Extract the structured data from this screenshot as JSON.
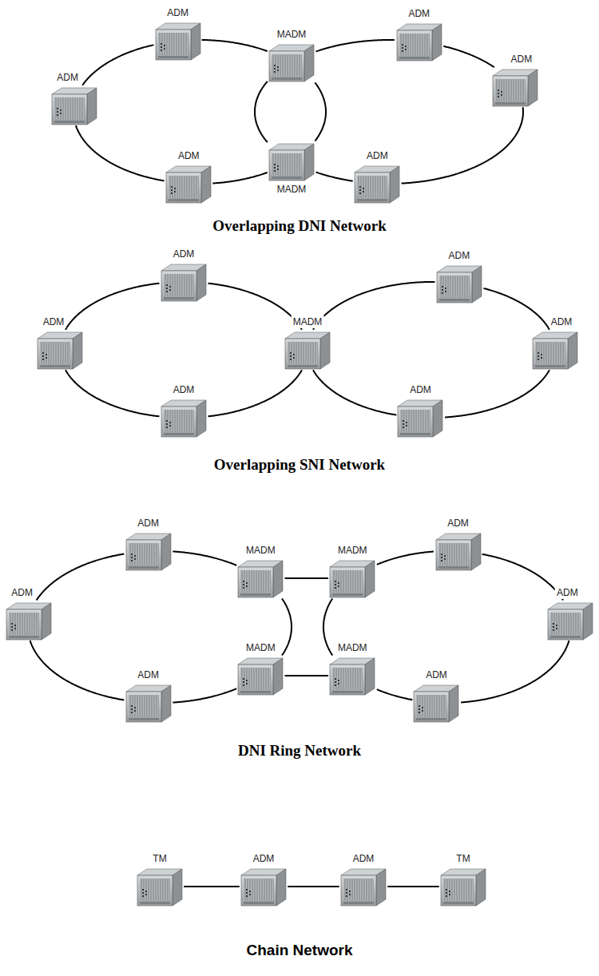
{
  "diagram": {
    "nodes": [
      {
        "text": [
          "ADM"
        ]
      },
      {
        "text": [
          "MADM"
        ]
      },
      {
        "text": [
          "ADM"
        ]
      },
      {
        "text": [
          "ADM"
        ]
      },
      {
        "text": [
          "ADM"
        ]
      },
      {
        "text": [
          "ADM"
        ]
      },
      {
        "text": [
          "MADM"
        ]
      },
      {
        "text": [
          "ADM"
        ]
      },
      {
        "text": [
          "ADM"
        ]
      },
      {
        "text": [
          "ADM"
        ]
      },
      {
        "text": [
          "ADM"
        ]
      },
      {
        "text": [
          "MADM"
        ]
      },
      {
        "text": [
          "ADM"
        ]
      },
      {
        "text": [
          "ADM"
        ]
      },
      {
        "text": [
          "ADM"
        ]
      },
      {
        "text": [
          "ADM"
        ]
      },
      {
        "text": [
          "MADM"
        ]
      },
      {
        "text": [
          "MADM"
        ]
      },
      {
        "text": [
          "ADM"
        ]
      },
      {
        "text": [
          "ADM"
        ]
      },
      {
        "text": [
          "ADM"
        ]
      },
      {
        "text": [
          "ADM"
        ]
      },
      {
        "text": [
          "MADM"
        ]
      },
      {
        "text": [
          "MADM"
        ]
      },
      {
        "text": [
          "ADM"
        ]
      },
      {
        "text": [
          "TM"
        ]
      },
      {
        "text": [
          "ADM"
        ]
      },
      {
        "text": [
          "ADM"
        ]
      },
      {
        "text": [
          "TM"
        ]
      }
    ],
    "edges": [
      {
        "from": 0,
        "to": 1,
        "arrow": "none"
      },
      {
        "from": 1,
        "to": 6,
        "arrow": "none"
      },
      {
        "from": 6,
        "to": 5,
        "arrow": "none"
      },
      {
        "from": 5,
        "to": 3,
        "arrow": "none"
      },
      {
        "from": 3,
        "to": 0,
        "arrow": "none"
      },
      {
        "from": 1,
        "to": 2,
        "arrow": "none"
      },
      {
        "from": 2,
        "to": 4,
        "arrow": "none"
      },
      {
        "from": 4,
        "to": 7,
        "arrow": "none"
      },
      {
        "from": 7,
        "to": 6,
        "arrow": "none"
      },
      {
        "from": 6,
        "to": 1,
        "arrow": "none"
      },
      {
        "from": 8,
        "to": 11,
        "arrow": "none"
      },
      {
        "from": 11,
        "to": 13,
        "arrow": "none"
      },
      {
        "from": 13,
        "to": 10,
        "arrow": "none"
      },
      {
        "from": 10,
        "to": 8,
        "arrow": "none"
      },
      {
        "from": 11,
        "to": 9,
        "arrow": "none"
      },
      {
        "from": 9,
        "to": 12,
        "arrow": "none"
      },
      {
        "from": 12,
        "to": 14,
        "arrow": "none"
      },
      {
        "from": 14,
        "to": 11,
        "arrow": "none"
      },
      {
        "from": 15,
        "to": 16,
        "arrow": "none"
      },
      {
        "from": 16,
        "to": 22,
        "arrow": "none"
      },
      {
        "from": 22,
        "to": 21,
        "arrow": "none"
      },
      {
        "from": 21,
        "to": 19,
        "arrow": "none"
      },
      {
        "from": 19,
        "to": 15,
        "arrow": "none"
      },
      {
        "from": 17,
        "to": 18,
        "arrow": "none"
      },
      {
        "from": 18,
        "to": 20,
        "arrow": "none"
      },
      {
        "from": 20,
        "to": 24,
        "arrow": "none"
      },
      {
        "from": 24,
        "to": 23,
        "arrow": "none"
      },
      {
        "from": 23,
        "to": 17,
        "arrow": "none"
      },
      {
        "from": 16,
        "to": 17,
        "arrow": "none"
      },
      {
        "from": 22,
        "to": 23,
        "arrow": "none"
      },
      {
        "from": 25,
        "to": 26,
        "arrow": "none"
      },
      {
        "from": 26,
        "to": 27,
        "arrow": "none"
      },
      {
        "from": 27,
        "to": 28,
        "arrow": "none"
      }
    ],
    "labels": [
      "Overlapping DNI Network",
      "Overlapping SNI Network",
      "DNI Ring Network",
      "Chain Network"
    ]
  }
}
